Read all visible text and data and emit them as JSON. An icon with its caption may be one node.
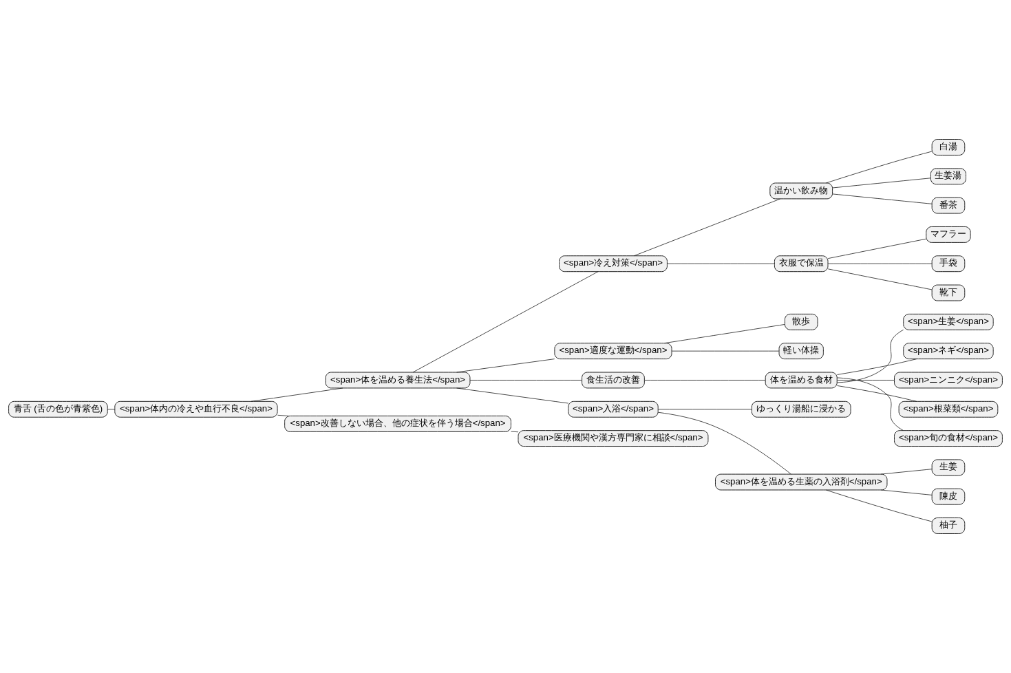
{
  "diagram": {
    "nodes": [
      {
        "text": [
          "青舌 (舌の色が青紫色)"
        ]
      },
      {
        "text": [
          "<span>体内の冷えや血行不良</span>"
        ]
      },
      {
        "text": [
          "<span>体を温める養生法</span>"
        ]
      },
      {
        "text": [
          "<span>冷え対策</span>"
        ]
      },
      {
        "text": [
          "温かい飲み物"
        ]
      },
      {
        "text": [
          "白湯"
        ]
      },
      {
        "text": [
          "生姜湯"
        ]
      },
      {
        "text": [
          "番茶"
        ]
      },
      {
        "text": [
          "衣服で保温"
        ]
      },
      {
        "text": [
          "マフラー"
        ]
      },
      {
        "text": [
          "手袋"
        ]
      },
      {
        "text": [
          "靴下"
        ]
      },
      {
        "text": [
          "<span>適度な運動</span>"
        ]
      },
      {
        "text": [
          "散歩"
        ]
      },
      {
        "text": [
          "軽い体操"
        ]
      },
      {
        "text": [
          "食生活の改善"
        ]
      },
      {
        "text": [
          "体を温める食材"
        ]
      },
      {
        "text": [
          "<span>生姜</span>"
        ]
      },
      {
        "text": [
          "<span>ネギ</span>"
        ]
      },
      {
        "text": [
          "<span>ニンニク</span>"
        ]
      },
      {
        "text": [
          "<span>根菜類</span>"
        ]
      },
      {
        "text": [
          "<span>旬の食材</span>"
        ]
      },
      {
        "text": [
          "<span>入浴</span>"
        ]
      },
      {
        "text": [
          "ゆっくり湯船に浸かる"
        ]
      },
      {
        "text": [
          "<span>体を温める生薬の入浴剤</span>"
        ]
      },
      {
        "text": [
          "生姜"
        ]
      },
      {
        "text": [
          "陳皮"
        ]
      },
      {
        "text": [
          "柚子"
        ]
      },
      {
        "text": [
          "<span>改善しない場合、他の症状を伴う場合</span>"
        ]
      },
      {
        "text": [
          "<span>医療機関や漢方専門家に相談</span>"
        ]
      }
    ],
    "edges": [
      {
        "from": 0,
        "to": 1,
        "arrow": "none"
      },
      {
        "from": 1,
        "to": 2,
        "arrow": "none"
      },
      {
        "from": 2,
        "to": 3,
        "arrow": "none"
      },
      {
        "from": 3,
        "to": 4,
        "arrow": "none"
      },
      {
        "from": 4,
        "to": 5,
        "arrow": "none"
      },
      {
        "from": 4,
        "to": 6,
        "arrow": "none"
      },
      {
        "from": 4,
        "to": 7,
        "arrow": "none"
      },
      {
        "from": 3,
        "to": 8,
        "arrow": "none"
      },
      {
        "from": 8,
        "to": 9,
        "arrow": "none"
      },
      {
        "from": 8,
        "to": 10,
        "arrow": "none"
      },
      {
        "from": 8,
        "to": 11,
        "arrow": "none"
      },
      {
        "from": 2,
        "to": 12,
        "arrow": "none"
      },
      {
        "from": 12,
        "to": 13,
        "arrow": "none"
      },
      {
        "from": 12,
        "to": 14,
        "arrow": "none"
      },
      {
        "from": 2,
        "to": 15,
        "arrow": "none"
      },
      {
        "from": 15,
        "to": 16,
        "arrow": "none"
      },
      {
        "from": 16,
        "to": 17,
        "arrow": "none"
      },
      {
        "from": 16,
        "to": 18,
        "arrow": "none"
      },
      {
        "from": 16,
        "to": 19,
        "arrow": "none"
      },
      {
        "from": 16,
        "to": 20,
        "arrow": "none"
      },
      {
        "from": 16,
        "to": 21,
        "arrow": "none"
      },
      {
        "from": 2,
        "to": 22,
        "arrow": "none"
      },
      {
        "from": 22,
        "to": 23,
        "arrow": "none"
      },
      {
        "from": 22,
        "to": 24,
        "arrow": "none"
      },
      {
        "from": 24,
        "to": 25,
        "arrow": "none"
      },
      {
        "from": 24,
        "to": 26,
        "arrow": "none"
      },
      {
        "from": 24,
        "to": 27,
        "arrow": "none"
      },
      {
        "from": 1,
        "to": 28,
        "arrow": "none"
      },
      {
        "from": 28,
        "to": 29,
        "arrow": "none"
      }
    ]
  }
}
